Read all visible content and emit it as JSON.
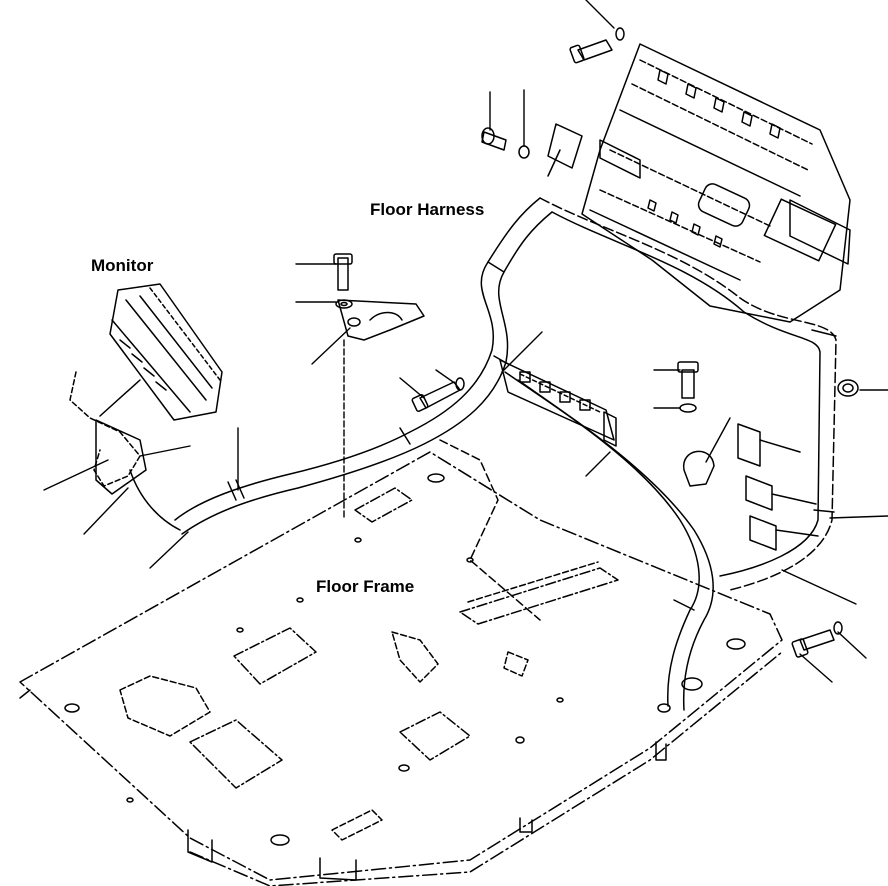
{
  "labels": {
    "monitor": "Monitor",
    "floor_harness": "Floor Harness",
    "floor_frame": "Floor Frame"
  },
  "colors": {
    "ink": "#000000",
    "background": "#ffffff"
  }
}
